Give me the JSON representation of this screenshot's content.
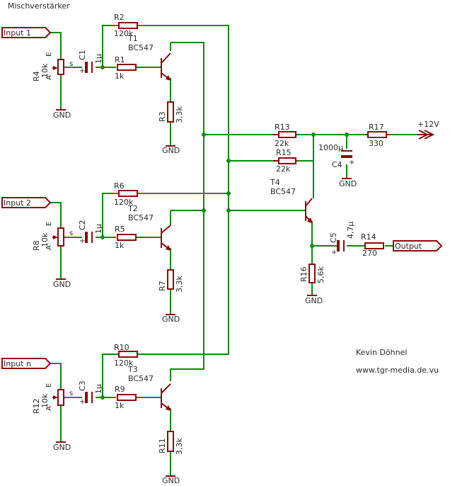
{
  "title": "Mischverstärker",
  "author": "Kevin Döhnel",
  "website": "www.tgr-media.de.vu",
  "supply": "+12V",
  "colors": {
    "wire": "#0a8a0a",
    "part": "#8b0a0a",
    "text": "#2a2a2a",
    "background": "#ffffff"
  },
  "ports": {
    "input1": "Input 1",
    "input2": "Input 2",
    "inputn": "Input n",
    "output": "Output"
  },
  "gnd": "GND",
  "pot_pins": {
    "s": "s",
    "e": "E",
    "a": "A"
  },
  "pol": "+",
  "stages": [
    {
      "pot_name": "R4",
      "pot_value": "10k",
      "cap_name": "C1",
      "cap_value": "1µ",
      "r_base_name": "R1",
      "r_base_value": "1k",
      "r_fb_name": "R2",
      "r_fb_value": "120k",
      "transistor_name": "T1",
      "transistor_type": "BC547",
      "r_em_name": "R3",
      "r_em_value": "3,3k"
    },
    {
      "pot_name": "R8",
      "pot_value": "10k",
      "cap_name": "C2",
      "cap_value": "1µ",
      "r_base_name": "R5",
      "r_base_value": "1k",
      "r_fb_name": "R6",
      "r_fb_value": "120k",
      "transistor_name": "T2",
      "transistor_type": "BC547",
      "r_em_name": "R7",
      "r_em_value": "3,3k"
    },
    {
      "pot_name": "R12",
      "pot_value": "10k",
      "cap_name": "C3",
      "cap_value": "1µ",
      "r_base_name": "R9",
      "r_base_value": "1k",
      "r_fb_name": "R10",
      "r_fb_value": "120k",
      "transistor_name": "T3",
      "transistor_type": "BC547",
      "r_em_name": "R11",
      "r_em_value": "3,3k"
    }
  ],
  "output_stage": {
    "r13_name": "R13",
    "r13_value": "22k",
    "r15_name": "R15",
    "r15_value": "22k",
    "r17_name": "R17",
    "r17_value": "330",
    "c4_name": "C4",
    "c4_value": "1000µ",
    "t4_name": "T4",
    "t4_type": "BC547",
    "r16_name": "R16",
    "r16_value": "5,6k",
    "c5_name": "C5",
    "c5_value": "4,7µ",
    "r14_name": "R14",
    "r14_value": "270"
  }
}
